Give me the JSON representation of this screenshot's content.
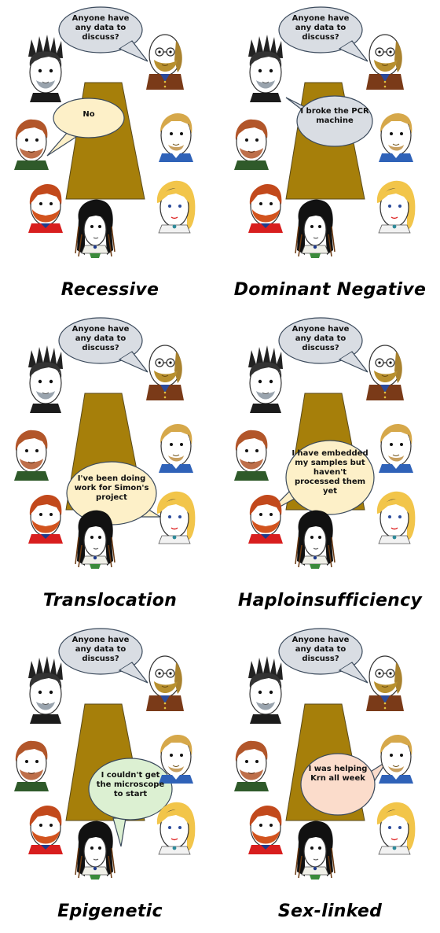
{
  "panels": [
    {
      "id": "recessive",
      "question": "Anyone have any data to discuss?",
      "reply": "No",
      "caption": "Recessive",
      "reply_color": "#fdf0c8"
    },
    {
      "id": "dominant-negative",
      "question": "Anyone have any data to discuss?",
      "reply": "I broke the PCR machine",
      "caption": "Dominant Negative",
      "reply_color": "#d9dde3"
    },
    {
      "id": "translocation",
      "question": "Anyone have any data to discuss?",
      "reply": "I've been doing work for Simon's project",
      "caption": "Translocation",
      "reply_color": "#fdf0c8"
    },
    {
      "id": "haploinsufficiency",
      "question": "Anyone have any data to discuss?",
      "reply": "I have embedded my samples but haven't processed them yet",
      "caption": "Haploinsufficiency",
      "reply_color": "#fdf0c8"
    },
    {
      "id": "epigenetic",
      "question": "Anyone have any data to discuss?",
      "reply": "I couldn't get the microscope to start",
      "caption": "Epigenetic",
      "reply_color": "#dcf0d2"
    },
    {
      "id": "sex-linked",
      "question": "Anyone have any data to discuss?",
      "reply": "I was helping Krn all week",
      "caption": "Sex-linked",
      "reply_color": "#fbdccb"
    }
  ],
  "colors": {
    "table": "#a67f0a",
    "question_bubble": "#d9dde3",
    "outline": "#3b4a5c"
  }
}
